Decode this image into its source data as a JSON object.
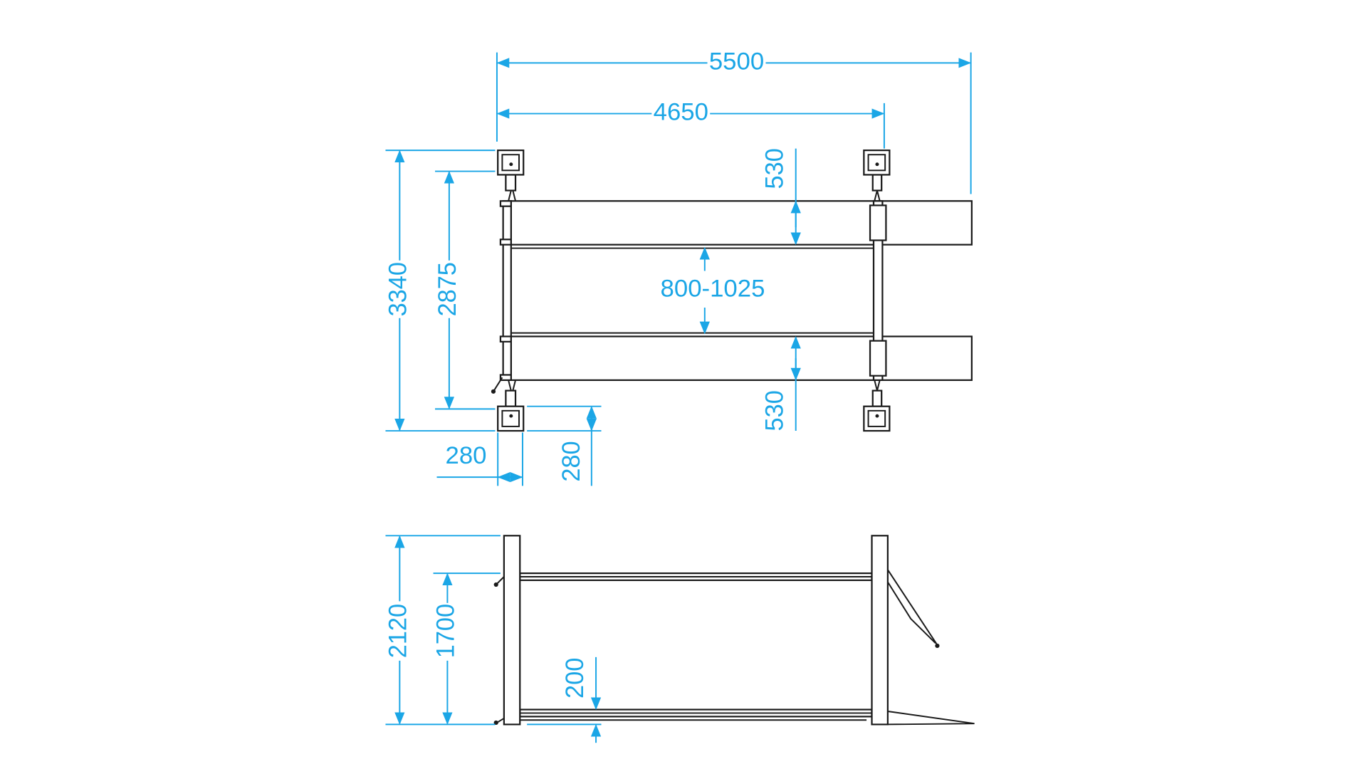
{
  "drawing": {
    "title": "Four-post lift dimension drawing",
    "accent_color": "#1ba6e6",
    "line_color": "#1a1a1a",
    "top_view": {
      "overall_length": "5500",
      "post_spacing_length": "4650",
      "overall_width": "3340",
      "post_spacing_width": "2875",
      "runway_width_top": "530",
      "runway_gap": "800-1025",
      "runway_width_bottom": "530",
      "post_base_width": "280",
      "post_base_depth": "280"
    },
    "side_view": {
      "overall_height": "2120",
      "max_lift_height": "1700",
      "min_height": "200"
    }
  }
}
